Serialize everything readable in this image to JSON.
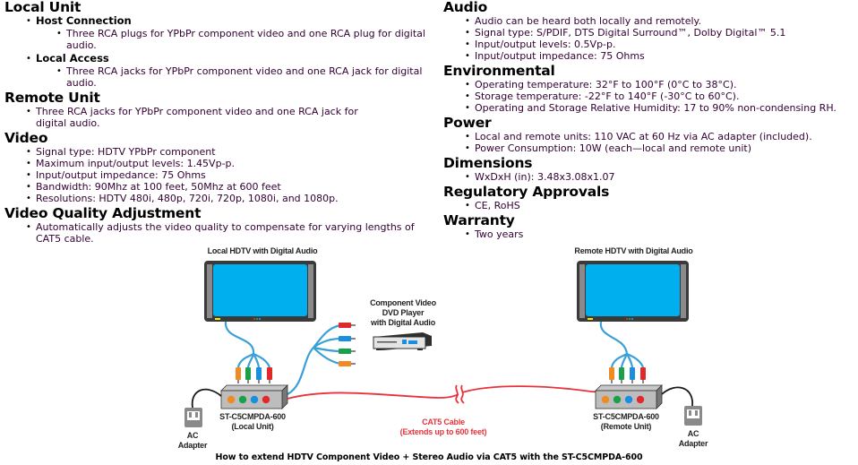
{
  "left_column": {
    "local_unit": {
      "title": "Local Unit",
      "host_connection": {
        "title": "Host Connection",
        "items": [
          "Three RCA plugs for YPbPr component video and one RCA plug for digital audio."
        ]
      },
      "local_access": {
        "title": "Local Access",
        "items": [
          "Three RCA jacks for YPbPr component video and one RCA jack for digital audio."
        ]
      }
    },
    "remote_unit": {
      "title": "Remote Unit",
      "items": [
        "Three RCA jacks for YPbPr component video and one RCA jack for digital audio."
      ]
    },
    "video": {
      "title": "Video",
      "items": [
        "Signal type: HDTV YPbPr component",
        "Maximum input/output levels: 1.45Vp-p.",
        "Input/output impedance: 75 Ohms",
        "Bandwidth: 90Mhz at 100 feet, 50Mhz at 600 feet",
        "Resolutions: HDTV 480i, 480p, 720i, 720p, 1080i, and 1080p."
      ]
    },
    "video_quality": {
      "title": "Video Quality Adjustment",
      "items": [
        "Automatically adjusts the video quality to compensate for varying lengths of CAT5 cable."
      ]
    }
  },
  "right_column": {
    "audio": {
      "title": "Audio",
      "items": [
        "Audio can be heard both locally and remotely.",
        "Signal type: S/PDIF, DTS Digital Surround™, Dolby Digital™ 5.1",
        "Input/output levels: 0.5Vp-p.",
        "Input/output impedance: 75 Ohms"
      ]
    },
    "environmental": {
      "title": "Environmental",
      "items": [
        "Operating temperature: 32°F to 100°F (0°C to 38°C).",
        "Storage temperature: -22°F to 140°F (-30°C to 60°C).",
        "Operating and Storage Relative Humidity: 17 to 90% non-condensing RH."
      ]
    },
    "power": {
      "title": "Power",
      "items": [
        "Local and remote units: 110 VAC at 60 Hz via AC adapter (included).",
        "Power Consumption: 10W (each—local and remote unit)"
      ]
    },
    "dimensions": {
      "title": "Dimensions",
      "items": [
        "WxDxH (in): 3.48x3.08x1.07"
      ]
    },
    "regulatory": {
      "title": "Regulatory Approvals",
      "items": [
        "CE, RoHS"
      ]
    },
    "warranty": {
      "title": "Warranty",
      "items": [
        "Two years"
      ]
    }
  },
  "diagram": {
    "local_tv_label": "Local HDTV with Digital Audio",
    "remote_tv_label": "Remote HDTV with Digital Audio",
    "dvd_label_line1": "Component Video",
    "dvd_label_line2": "DVD Player",
    "dvd_label_line3": "with Digital Audio",
    "local_unit_model": "ST-C5CMPDA-600",
    "local_unit_sub": "(Local Unit)",
    "remote_unit_model": "ST-C5CMPDA-600",
    "remote_unit_sub": "(Remote Unit)",
    "ac_left_line1": "AC",
    "ac_left_line2": "Adapter",
    "ac_right_line1": "AC",
    "ac_right_line2": "Adapter",
    "cable_label_line1": "CAT5 Cable",
    "cable_label_line2": "(Extends up to 600 feet)",
    "colors": {
      "screen": "#00b0ee",
      "cable_blue": "#3aa0d8",
      "cat5_red": "#e8323c",
      "orange": "#f08a24",
      "green": "#1aa04a",
      "blue": "#1a8fe0",
      "red": "#e02a2a"
    }
  },
  "caption": "How to extend HDTV Component Video + Stereo Audio via CAT5 with the ST-C5CMPDA-600"
}
